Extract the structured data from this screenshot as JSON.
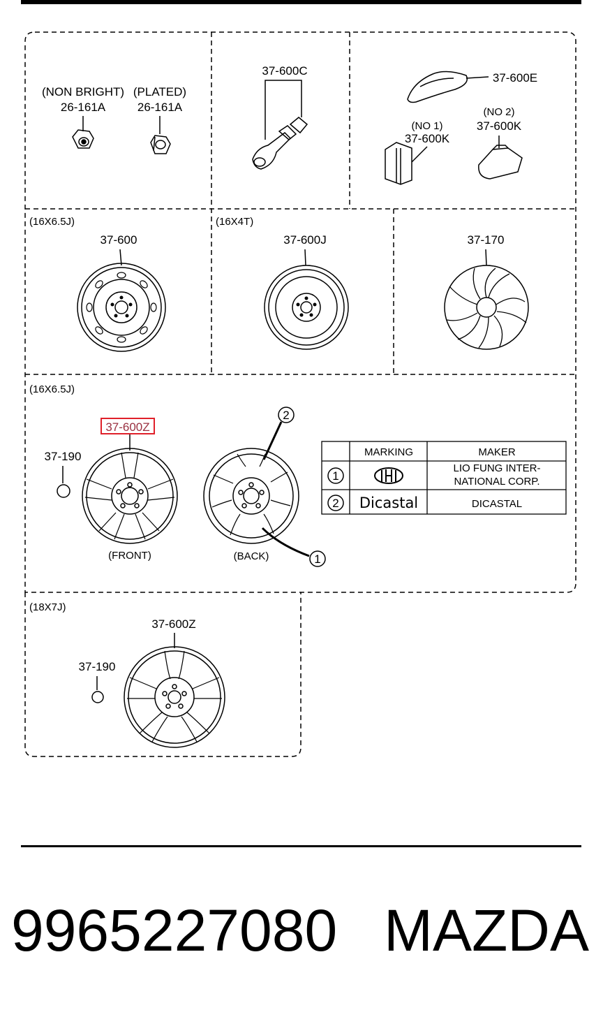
{
  "panels": {
    "nuts": {
      "label_left_type": "(NON BRIGHT)",
      "label_left_part": "26-161A",
      "label_right_type": "(PLATED)",
      "label_right_part": "26-161A"
    },
    "valve": {
      "part": "37-600C"
    },
    "sensor": {
      "part_top": "37-600E",
      "no1_label": "(NO 1)",
      "no1_part": "37-600K",
      "no2_label": "(NO 2)",
      "no2_part": "37-600K"
    },
    "steel_wheel": {
      "size": "(16X6.5J)",
      "part": "37-600"
    },
    "spare_wheel": {
      "size": "(16X4T)",
      "part": "37-600J"
    },
    "wheel_cover": {
      "part": "37-170"
    },
    "alloy_16": {
      "size": "(16X6.5J)",
      "part_highlighted": "37-600Z",
      "cap_part": "37-190",
      "front_label": "(FRONT)",
      "back_label": "(BACK)",
      "callout_1": "1",
      "callout_2": "2"
    },
    "maker_table": {
      "headers": [
        "",
        "MARKING",
        "MAKER"
      ],
      "rows": [
        {
          "num": "1",
          "marking": "logo",
          "maker_line1": "LIO FUNG INTER-",
          "maker_line2": "NATIONAL CORP."
        },
        {
          "num": "2",
          "marking": "Dicastal",
          "maker_line1": "DICASTAL",
          "maker_line2": ""
        }
      ]
    },
    "alloy_18": {
      "size": "(18X7J)",
      "part": "37-600Z",
      "cap_part": "37-190"
    }
  },
  "footer": {
    "part_number": "9965227080",
    "brand": "MAZDA"
  },
  "colors": {
    "highlight": "#e0202a",
    "line": "#000000"
  }
}
